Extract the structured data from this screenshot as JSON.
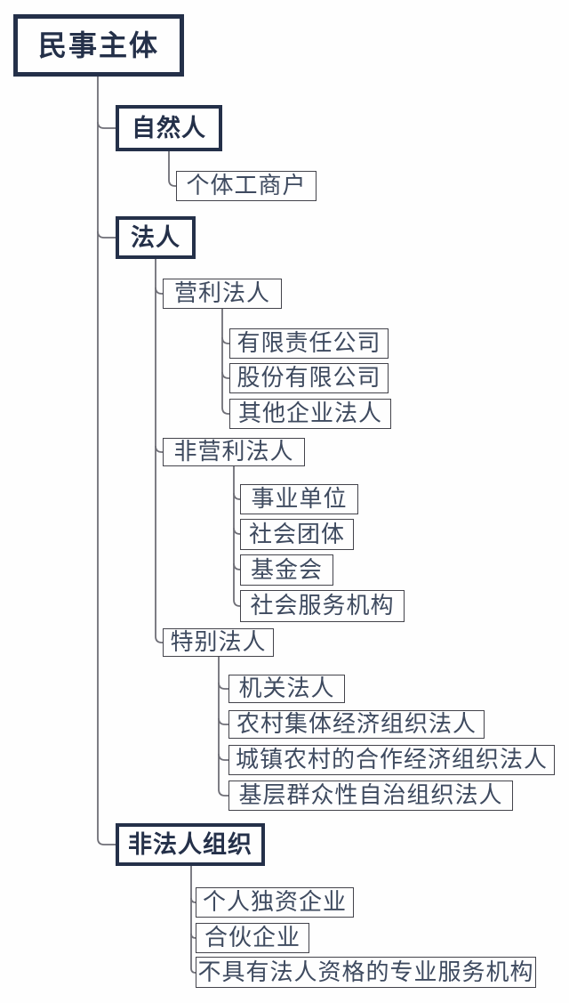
{
  "diagram_title": "民事主体",
  "colors": {
    "primary_border_and_text": "#243049",
    "secondary_border": "#43434b",
    "secondary_text": "#3e4a5f",
    "connector_line": "#6f6f77",
    "background": "#fefefe"
  },
  "tree": {
    "label": "民事主体",
    "children": [
      {
        "label": "自然人",
        "children": [
          {
            "label": "个体工商户"
          }
        ]
      },
      {
        "label": "法人",
        "children": [
          {
            "label": "营利法人",
            "children": [
              {
                "label": "有限责任公司"
              },
              {
                "label": "股份有限公司"
              },
              {
                "label": "其他企业法人"
              }
            ]
          },
          {
            "label": "非营利法人",
            "children": [
              {
                "label": "事业单位"
              },
              {
                "label": "社会团体"
              },
              {
                "label": "基金会"
              },
              {
                "label": "社会服务机构"
              }
            ]
          },
          {
            "label": "特别法人",
            "children": [
              {
                "label": "机关法人"
              },
              {
                "label": "农村集体经济组织法人"
              },
              {
                "label": "城镇农村的合作经济组织法人"
              },
              {
                "label": "基层群众性自治组织法人"
              }
            ]
          }
        ]
      },
      {
        "label": "非法人组织",
        "children": [
          {
            "label": "个人独资企业"
          },
          {
            "label": "合伙企业"
          },
          {
            "label": "不具有法人资格的专业服务机构"
          }
        ]
      }
    ]
  }
}
